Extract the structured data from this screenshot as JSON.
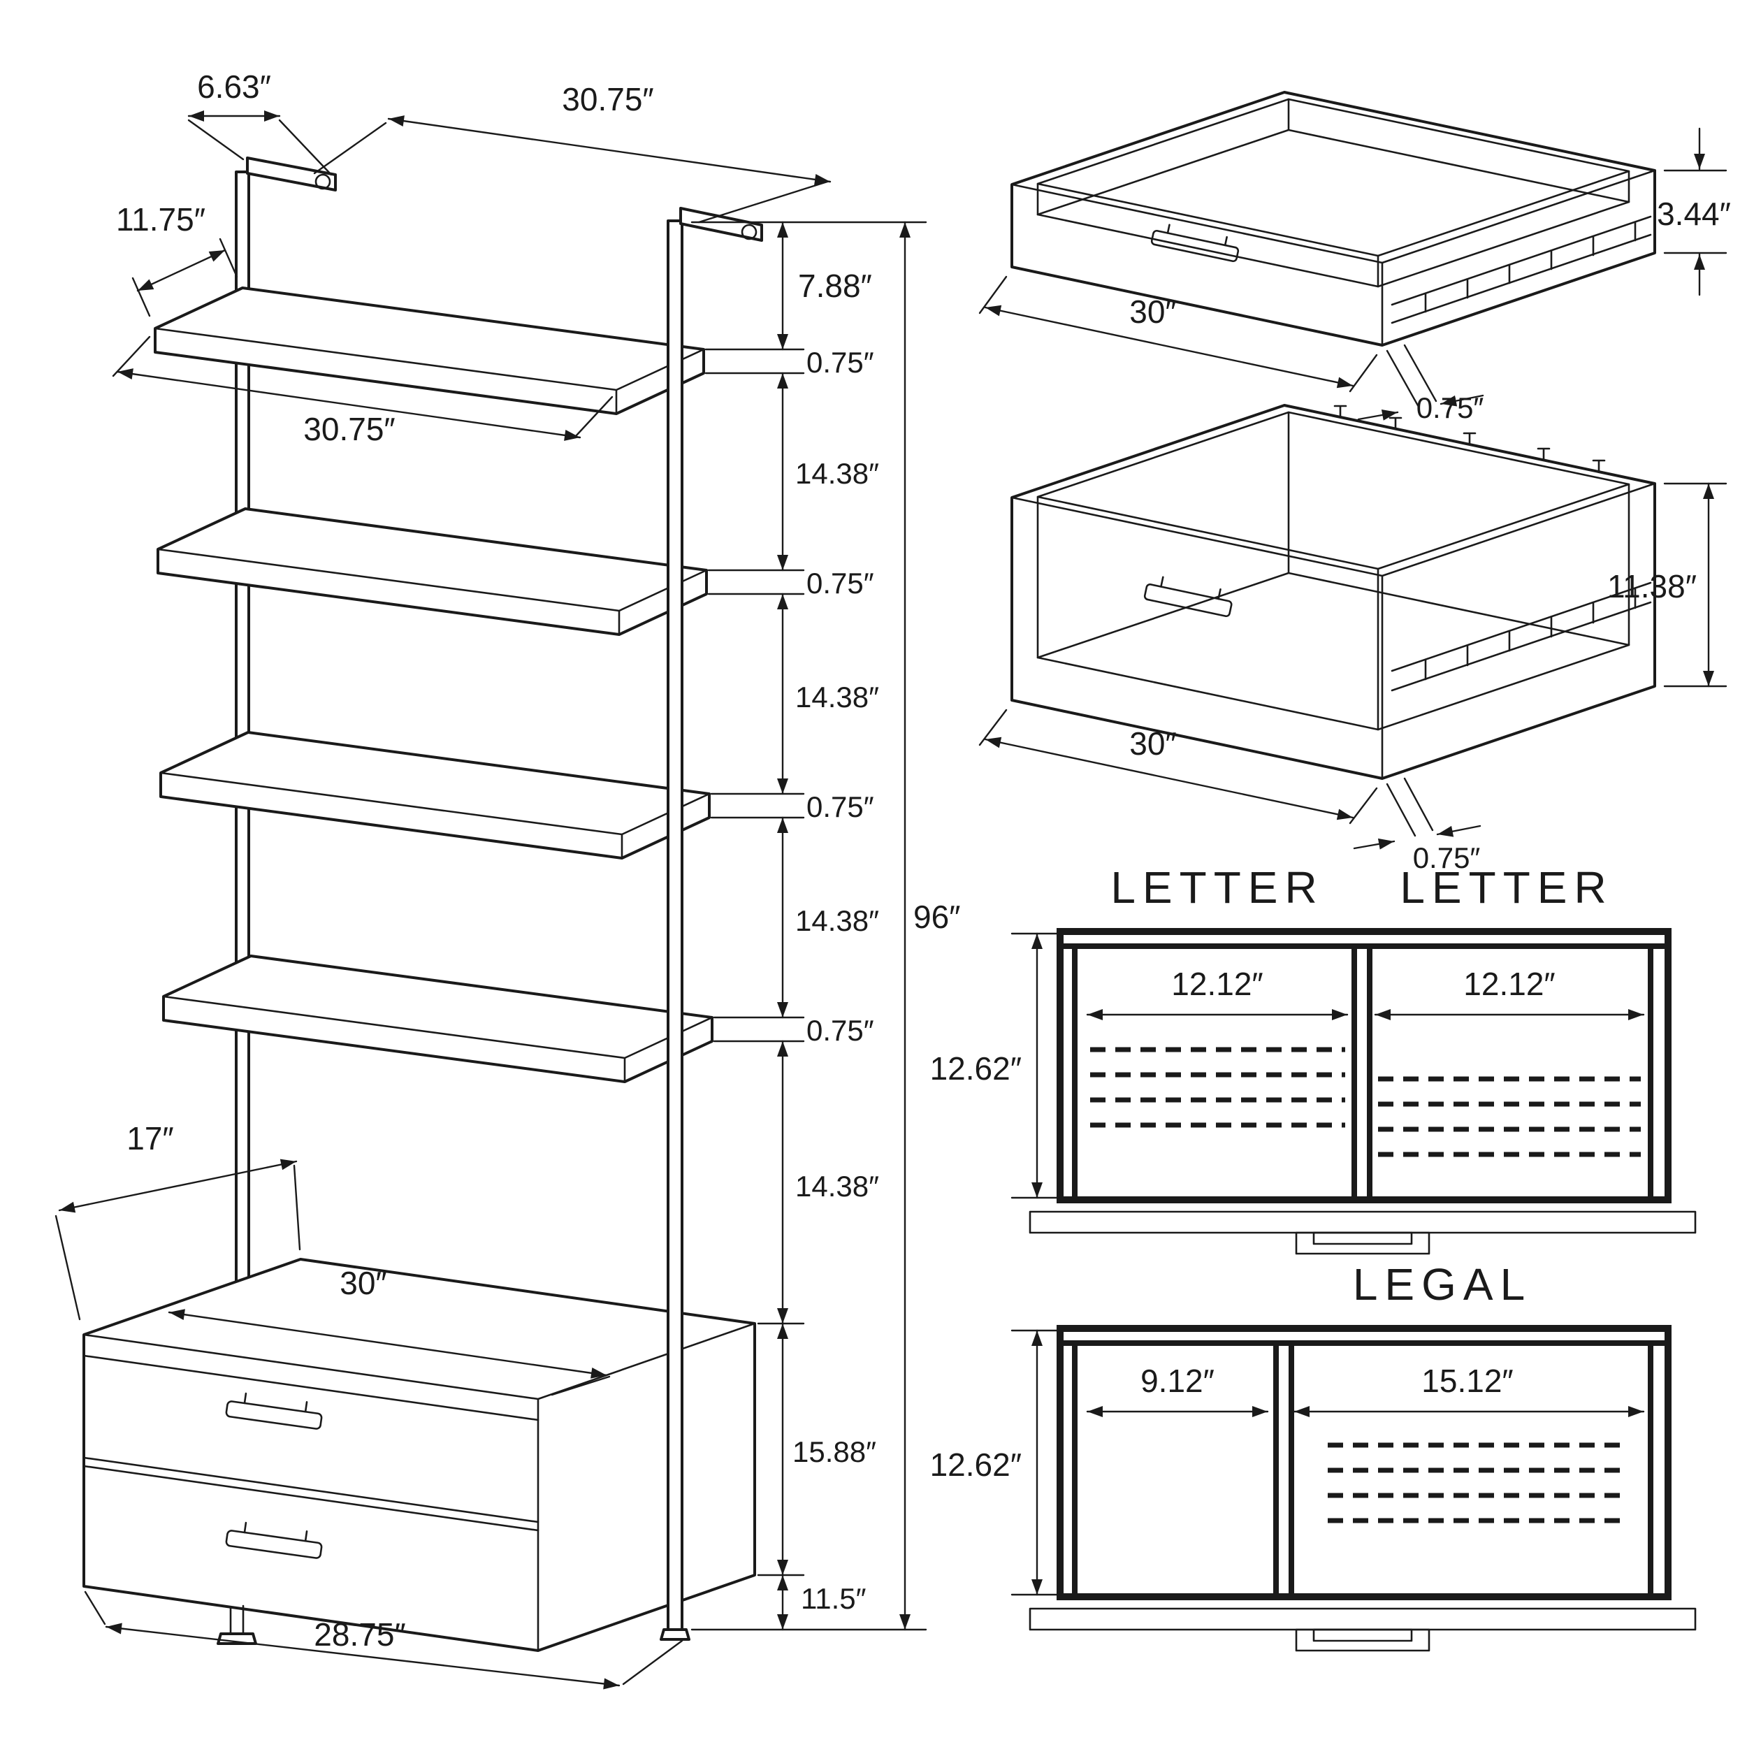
{
  "figure": {
    "background": "#ffffff",
    "ink": "#1a1a1a",
    "type": "furniture dimension diagram"
  },
  "ladder_unit": {
    "bracket_depth": "6.63″",
    "top_width": "30.75″",
    "shelf_depth": "11.75″",
    "shelf_width": "30.75″",
    "top_offset": "7.88″",
    "shelf_thickness": [
      "0.75″",
      "0.75″",
      "0.75″",
      "0.75″"
    ],
    "shelf_gaps": [
      "14.38″",
      "14.38″",
      "14.38″",
      "14.38″"
    ],
    "overall_height": "96″",
    "drawer_depth": "17″",
    "drawer_width": "30″",
    "drawer_unit_height": "15.88″",
    "base_clearance": "11.5″",
    "base_width": "28.75″"
  },
  "top_drawer_detail": {
    "side_height": "3.44″",
    "width": "30″",
    "panel_thickness": "0.75″"
  },
  "file_drawer_detail": {
    "side_height": "11.38″",
    "width": "30″",
    "panel_thickness": "0.75″"
  },
  "letter_layout": {
    "title_left": "LETTER",
    "title_right": "LETTER",
    "left_width": "12.12″",
    "right_width": "12.12″",
    "depth": "12.62″"
  },
  "legal_layout": {
    "title": "LEGAL",
    "left_width": "9.12″",
    "right_width": "15.12″",
    "depth": "12.62″"
  }
}
